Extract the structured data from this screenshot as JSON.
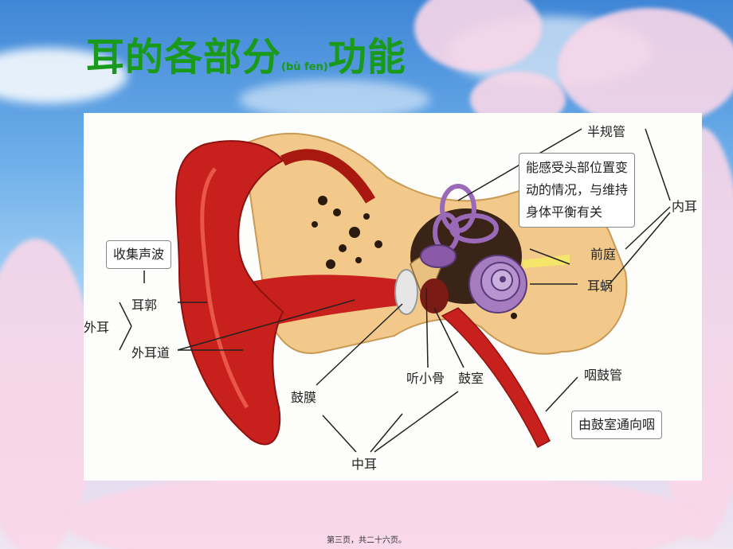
{
  "slide": {
    "title_main": "耳的各部分",
    "title_pinyin": "(bù fen)",
    "title_end": "功能",
    "footer": "第三页，共二十六页。"
  },
  "diagram": {
    "outer_ear": "外耳",
    "pinna": "耳郭",
    "ear_canal": "外耳道",
    "pinna_function": "收集声波",
    "middle_ear": "中耳",
    "eardrum": "鼓膜",
    "ossicles": "听小骨",
    "tympanic_cavity": "鼓室",
    "inner_ear": "内耳",
    "semicircular_canals": "半规管",
    "vestibule": "前庭",
    "cochlea": "耳蜗",
    "balance_function_lines": [
      "能感受头部位置变",
      "动的情况，与维持",
      "身体平衡有关"
    ],
    "eustachian_tube": "咽鼓管",
    "eustachian_function": "由鼓室通向咽"
  },
  "colors": {
    "title": "#1a9a1a",
    "ear_red": "#c8201c",
    "bone": "#f2c98a",
    "cochlea": "#8a5aa8"
  }
}
